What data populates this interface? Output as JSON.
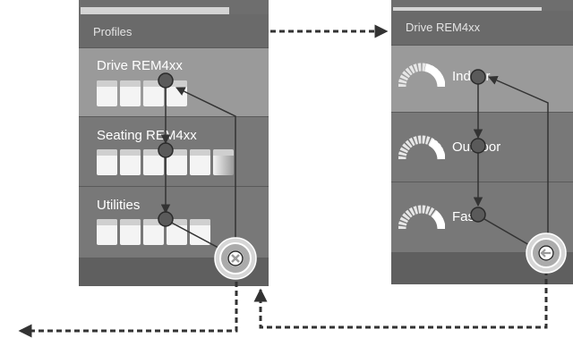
{
  "left_panel": {
    "header": "Profiles",
    "rows": [
      {
        "label": "Drive REM4xx"
      },
      {
        "label": "Seating REM4xx"
      },
      {
        "label": "Utilities"
      }
    ],
    "close_icon": "close-icon"
  },
  "right_panel": {
    "header": "Drive REM4xx",
    "rows": [
      {
        "label": "Indoor"
      },
      {
        "label": "Outdoor"
      },
      {
        "label": "Fast"
      }
    ],
    "back_icon": "back-arrow-icon"
  },
  "colors": {
    "panel_bg": "#6e6e6e",
    "selected_row": "#9a9a9a",
    "arrow": "#333333",
    "node_fill": "#5a5a5a"
  }
}
